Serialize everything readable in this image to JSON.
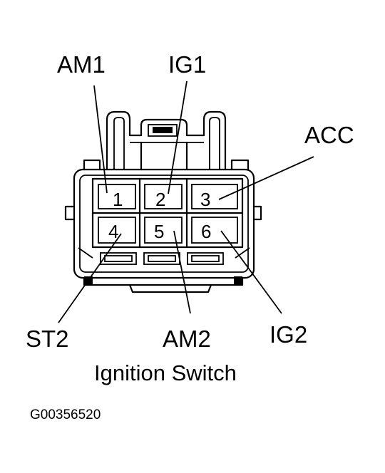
{
  "labels": {
    "am1": "AM1",
    "ig1": "IG1",
    "acc": "ACC",
    "st2": "ST2",
    "am2": "AM2",
    "ig2": "IG2"
  },
  "pins": [
    "1",
    "2",
    "3",
    "4",
    "5",
    "6"
  ],
  "caption": "Ignition Switch",
  "figure_code": "G00356520"
}
